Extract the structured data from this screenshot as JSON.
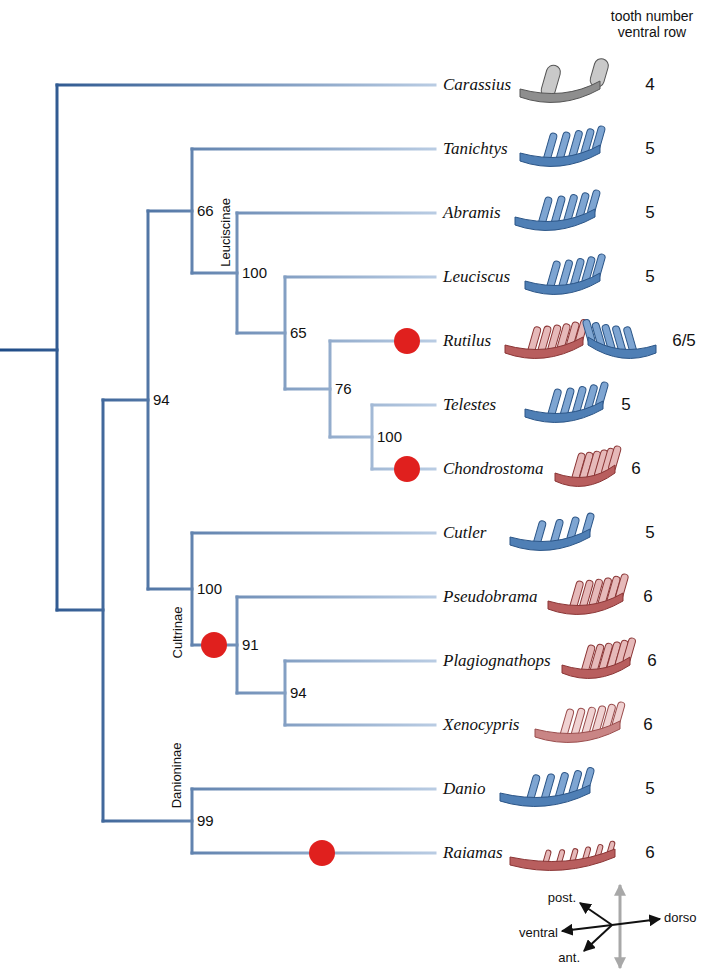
{
  "diagram": {
    "labels": [
      "tooth number ventral row",
      "Carassius",
      "4",
      "Tanichtys",
      "5",
      "66",
      "Leuciscinae",
      "100",
      "Abramis",
      "5",
      "Leuciscus",
      "5",
      "65",
      "Rutilus",
      "6/5",
      "76",
      "Telestes",
      "5",
      "100",
      "Chondrostoma",
      "6",
      "94",
      "Cutler",
      "5",
      "Cultrinae",
      "100",
      "Pseudobrama",
      "6",
      "91",
      "Plagiognathops",
      "6",
      "94",
      "Xenocypris",
      "6",
      "Danio",
      "5",
      "Danioninae",
      "99",
      "Raiamas",
      "6",
      "post.",
      "ventral",
      "dorso",
      "ant."
    ]
  }
}
